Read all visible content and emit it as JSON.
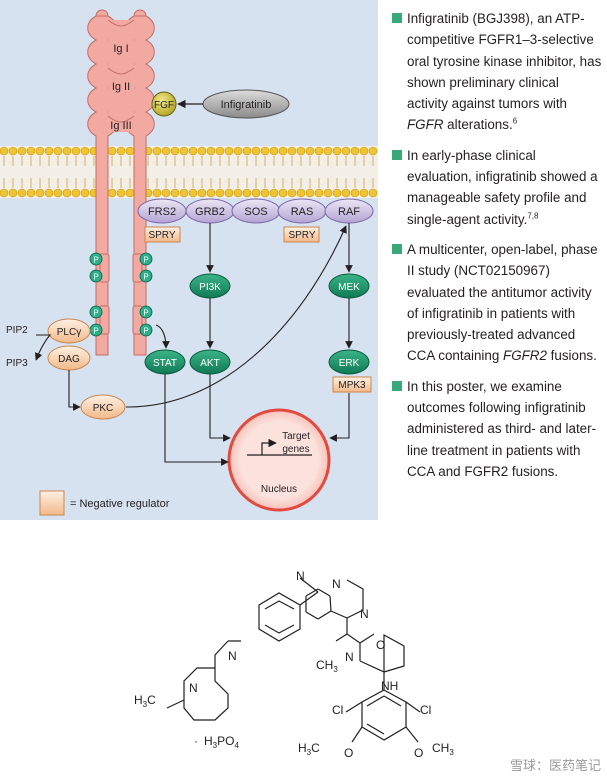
{
  "pathway": {
    "receptor_domains": [
      "Ig I",
      "Ig II",
      "Ig III"
    ],
    "ligand": "FGF",
    "drug": "Infigratinib",
    "phospho": "P",
    "membrane_proteins": [
      "FRS2",
      "GRB2",
      "SOS",
      "RAS",
      "RAF"
    ],
    "negative_regulators": {
      "spry_1": "SPRY",
      "spry_2": "SPRY",
      "mpk3": "MPK3"
    },
    "plc": {
      "pip2": "PIP2",
      "pip3": "PIP3",
      "plcg": "PLCγ",
      "dag": "DAG",
      "pkc": "PKC"
    },
    "effectors": {
      "stat": "STAT",
      "pi3k": "PI3K",
      "akt": "AKT",
      "mek": "MEK",
      "erk": "ERK"
    },
    "nucleus": {
      "target_line1": "Target",
      "target_line2": "genes",
      "label": "Nucleus"
    },
    "legend": "= Negative regulator"
  },
  "bullets": [
    {
      "parts": [
        {
          "t": "Infigratinib (BGJ398), an ATP-competitive FGFR1–3-selective oral tyrosine kinase inhibitor, has shown preliminary clinical activity against tumors with ",
          "s": ""
        },
        {
          "t": "FGFR",
          "s": "i"
        },
        {
          "t": " alterations.",
          "s": ""
        },
        {
          "t": "6",
          "s": "sup"
        }
      ]
    },
    {
      "parts": [
        {
          "t": "In early-phase clinical evaluation, infigratinib showed a manageable safety profile and single-agent activity.",
          "s": ""
        },
        {
          "t": "7,8",
          "s": "sup"
        }
      ]
    },
    {
      "parts": [
        {
          "t": "A multicenter, open-label, phase II study (NCT02150967) evaluated the antitumor activity of infigratinib in patients with previously-treated advanced CCA containing ",
          "s": ""
        },
        {
          "t": "FGFR2",
          "s": "i"
        },
        {
          "t": " fusions.",
          "s": ""
        }
      ]
    },
    {
      "parts": [
        {
          "t": "In this poster, we examine outcomes following infigratinib administered as third- and later-line treatment in patients with CCA and FGFR2 fusions.",
          "s": ""
        }
      ]
    }
  ],
  "structure": {
    "atoms": {
      "nh_top": "N",
      "n_py1": "N",
      "n_py2": "N",
      "n_amide": "N",
      "methyl": "CH",
      "methyl_sub": "3",
      "o_carbonyl": "O",
      "nh_amide": "NH",
      "cl_left": "Cl",
      "cl_right": "Cl",
      "n_pip1": "N",
      "n_pip2": "N",
      "ethyl_h": "H",
      "ethyl_sub": "3",
      "ethyl_c": "C",
      "meo_left": "C",
      "meo_left_h": "H",
      "meo_left_sub": "3",
      "meo_left_o": "O",
      "meo_right_o": "O",
      "meo_right": "CH",
      "meo_right_sub": "3"
    },
    "salt": {
      "dot": "·",
      "h": "H",
      "h_sub": "3",
      "po": "PO",
      "po_sub": "4"
    }
  },
  "watermark": "雪球：医药笔记"
}
